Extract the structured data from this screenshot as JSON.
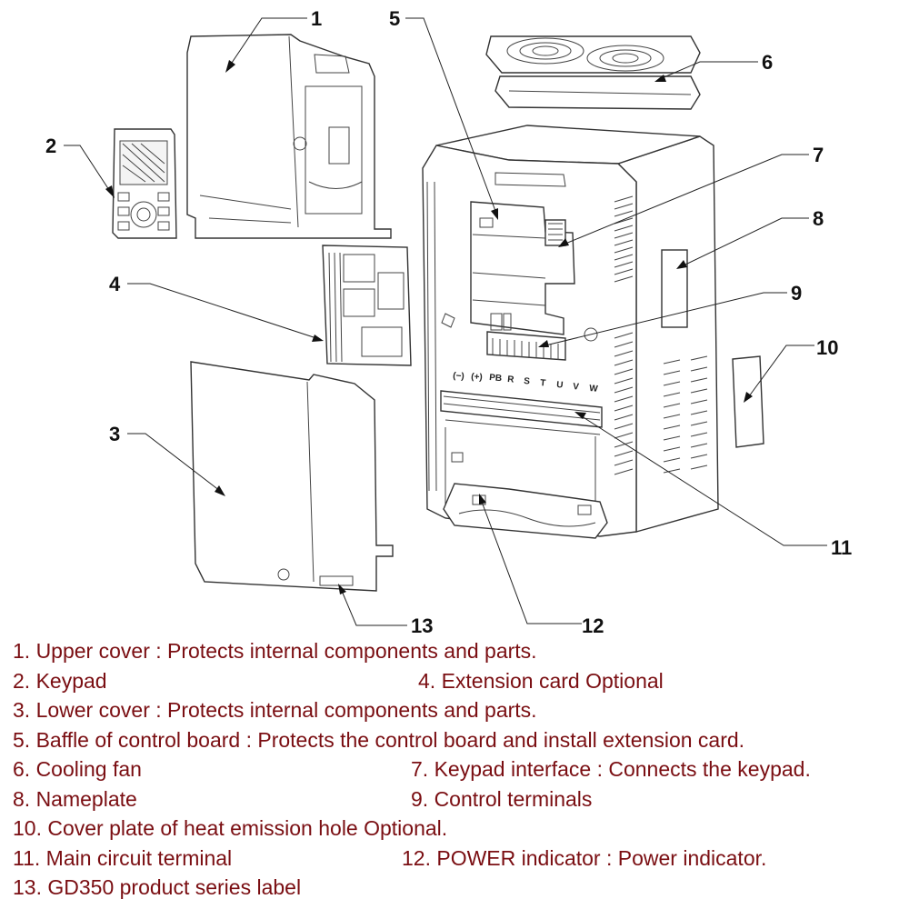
{
  "callouts": [
    "1",
    "2",
    "3",
    "4",
    "5",
    "6",
    "7",
    "8",
    "9",
    "10",
    "11",
    "12",
    "13"
  ],
  "terminals": [
    "(−)",
    "(+)",
    "PB",
    "R",
    "S",
    "T",
    "U",
    "V",
    "W"
  ],
  "legend": {
    "item1": "1. Upper cover : Protects internal components and parts.",
    "item2": "2. Keypad",
    "item4": "4. Extension card Optional",
    "item3": "3. Lower cover : Protects internal components and parts.",
    "item5": "5. Baffle of control board : Protects the control board and install extension card.",
    "item6": "6. Cooling fan",
    "item7": "7. Keypad interface : Connects the keypad.",
    "item8": "8. Nameplate",
    "item9": "9. Control terminals",
    "item10": "10. Cover plate of heat emission hole Optional.",
    "item11": "11. Main circuit terminal",
    "item12": "12. POWER indicator : Power indicator.",
    "item13": "13. GD350 product series label"
  }
}
